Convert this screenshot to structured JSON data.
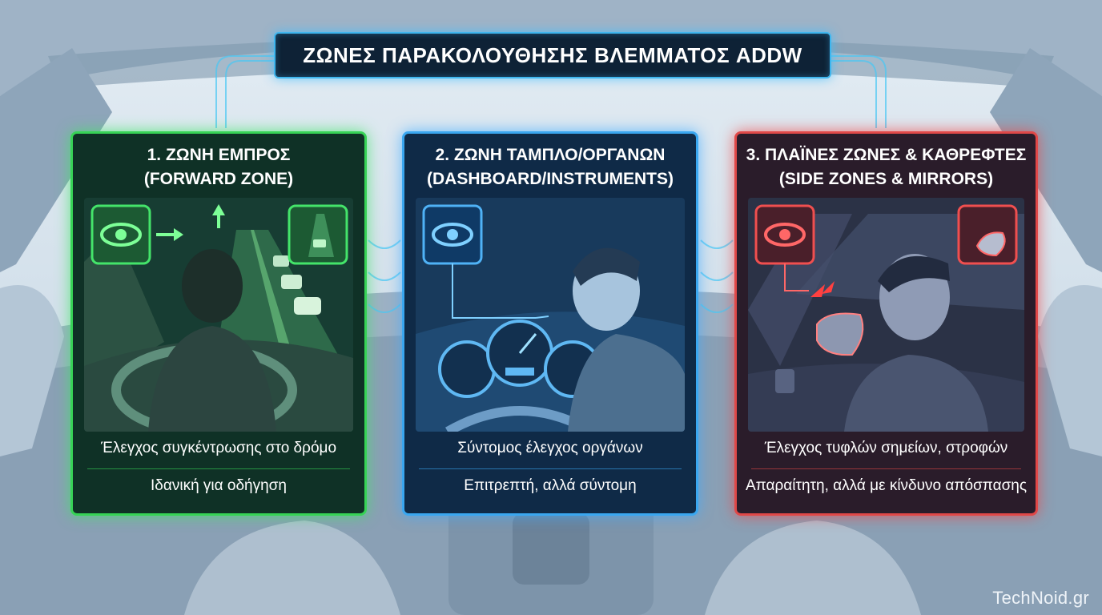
{
  "title": "ΖΩΝΕΣ ΠΑΡΑΚΟΛΟΥΘΗΣΗΣ ΒΛΕΜΜΑΤΟΣ ADDW",
  "zones": [
    {
      "heading_line1": "1. ΖΩΝΗ ΕΜΠΡΟΣ",
      "heading_line2": "(FORWARD ZONE)",
      "description": "Έλεγχος συγκέντρωσης στο δρόμο",
      "note": "Ιδανική για οδήγηση",
      "accent": "#37d356",
      "icon": "eye-icon"
    },
    {
      "heading_line1": "2. ΖΩΝΗ ΤΑΜΠΛΟ/ΟΡΓΑΝΩΝ",
      "heading_line2": "(DASHBOARD/INSTRUMENTS)",
      "description": "Σύντομος έλεγχος οργάνων",
      "note": "Επιτρεπτή, αλλά σύντομη",
      "accent": "#3aa7f0",
      "icon": "eye-icon"
    },
    {
      "heading_line1": "3. ΠΛΑΪΝΕΣ ΖΩΝΕΣ & ΚΑΘΡΕΦΤΕΣ",
      "heading_line2": "(SIDE ZONES & MIRRORS)",
      "description": "Έλεγχος τυφλών σημείων, στροφών",
      "note": "Απαραίτητη, αλλά με κίνδυνο απόσπασης",
      "accent": "#e04848",
      "icon": "eye-icon"
    }
  ],
  "watermark": "TechNoid.gr"
}
